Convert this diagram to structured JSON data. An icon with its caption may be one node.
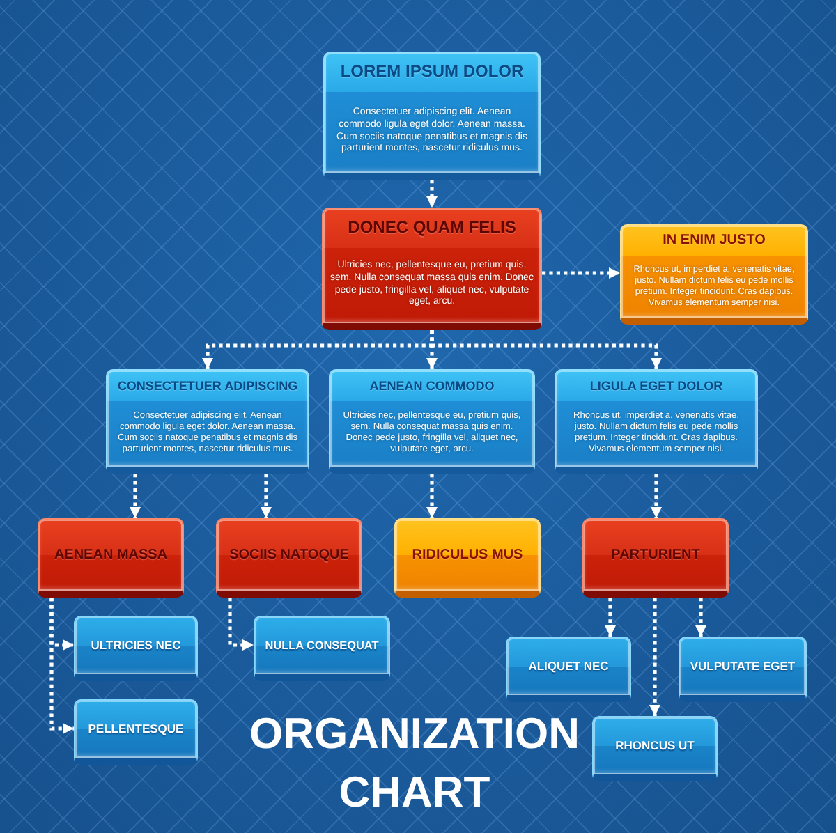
{
  "diagram": {
    "title": "ORGANIZATION CHART",
    "nodes": [
      {
        "text": [
          "LOREM IPSUM DOLOR",
          "Consectetuer adipiscing elit. Aenean commodo ligula eget dolor. Aenean massa. Cum sociis natoque penatibus et magnis dis parturient montes, nascetur ridiculus mus."
        ]
      },
      {
        "text": [
          "DONEC QUAM FELIS",
          "Ultricies nec, pellentesque eu, pretium quis, sem. Nulla consequat massa quis enim. Donec pede justo, fringilla vel, aliquet nec, vulputate eget, arcu."
        ]
      },
      {
        "text": [
          "IN ENIM JUSTO",
          "Rhoncus ut, imperdiet a, venenatis vitae, justo. Nullam dictum felis eu pede mollis pretium. Integer tincidunt. Cras dapibus. Vivamus elementum semper nisi."
        ]
      },
      {
        "text": [
          "CONSECTETUER ADIPISCING",
          "Consectetuer adipiscing elit. Aenean commodo ligula eget dolor. Aenean massa. Cum sociis natoque penatibus et magnis dis parturient montes, nascetur ridiculus mus."
        ]
      },
      {
        "text": [
          "AENEAN COMMODO",
          "Ultricies nec, pellentesque eu, pretium quis, sem. Nulla consequat massa quis enim. Donec pede justo, fringilla vel, aliquet nec, vulputate eget, arcu."
        ]
      },
      {
        "text": [
          "LIGULA EGET DOLOR",
          "Rhoncus ut, imperdiet a, venenatis vitae, justo. Nullam dictum felis eu pede mollis pretium. Integer tincidunt. Cras dapibus. Vivamus elementum semper nisi."
        ]
      },
      {
        "text": [
          "AENEAN MASSA"
        ]
      },
      {
        "text": [
          "SOCIIS NATOQUE"
        ]
      },
      {
        "text": [
          "RIDICULUS MUS"
        ]
      },
      {
        "text": [
          "PARTURIENT"
        ]
      },
      {
        "text": [
          "ULTRICIES NEC"
        ]
      },
      {
        "text": [
          "NULLA CONSEQUAT"
        ]
      },
      {
        "text": [
          "ALIQUET NEC"
        ]
      },
      {
        "text": [
          "VULPUTATE EGET"
        ]
      },
      {
        "text": [
          "PELLENTESQUE"
        ]
      },
      {
        "text": [
          "RHONCUS UT"
        ]
      }
    ],
    "edges": [
      {
        "from": 0,
        "to": 1,
        "arrow": "to",
        "style": "dashed"
      },
      {
        "from": 1,
        "to": 2,
        "arrow": "to",
        "style": "dashed"
      },
      {
        "from": 1,
        "to": 3,
        "arrow": "to",
        "style": "dashed"
      },
      {
        "from": 1,
        "to": 4,
        "arrow": "to",
        "style": "dashed"
      },
      {
        "from": 1,
        "to": 5,
        "arrow": "to",
        "style": "dashed"
      },
      {
        "from": 3,
        "to": 6,
        "arrow": "to",
        "style": "dashed"
      },
      {
        "from": 3,
        "to": 7,
        "arrow": "to",
        "style": "dashed"
      },
      {
        "from": 4,
        "to": 8,
        "arrow": "to",
        "style": "dashed"
      },
      {
        "from": 5,
        "to": 9,
        "arrow": "to",
        "style": "dashed"
      },
      {
        "from": 6,
        "to": 10,
        "arrow": "to",
        "style": "dashed"
      },
      {
        "from": 6,
        "to": 14,
        "arrow": "to",
        "style": "dashed"
      },
      {
        "from": 7,
        "to": 11,
        "arrow": "to",
        "style": "dashed"
      },
      {
        "from": 9,
        "to": 12,
        "arrow": "to",
        "style": "dashed"
      },
      {
        "from": 9,
        "to": 15,
        "arrow": "to",
        "style": "dashed"
      },
      {
        "from": 9,
        "to": 13,
        "arrow": "to",
        "style": "dashed"
      }
    ]
  }
}
